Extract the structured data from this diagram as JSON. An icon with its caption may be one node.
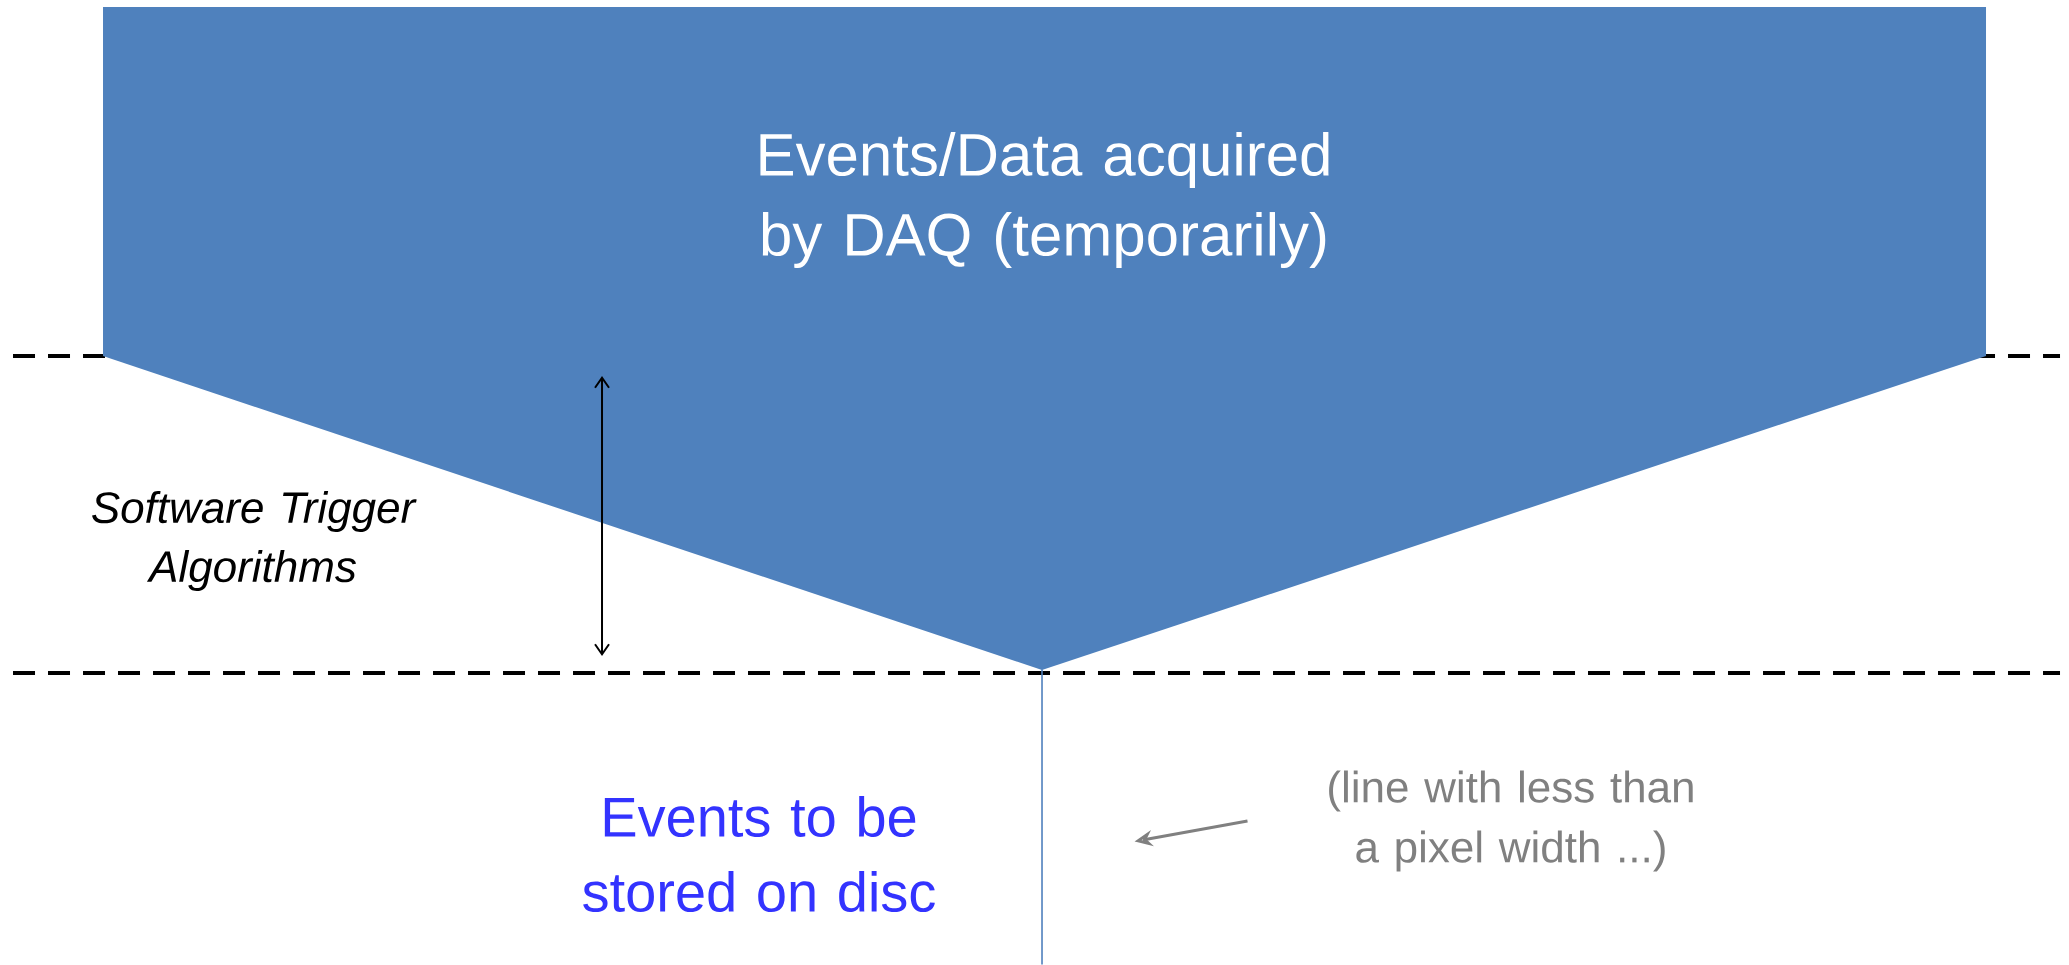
{
  "diagram": {
    "nodes": [
      {
        "text": [
          "Events/Data acquired by DAQ (temporarily)"
        ]
      },
      {
        "text": [
          "(line with less than a pixel width ...)"
        ]
      },
      {
        "text": [],
        "shape": "line"
      }
    ],
    "edges": [
      {
        "from": 1,
        "to": 2,
        "arrow": "to"
      }
    ],
    "labels": [
      "Software Trigger Algorithms",
      "Events to be stored on disc"
    ]
  }
}
